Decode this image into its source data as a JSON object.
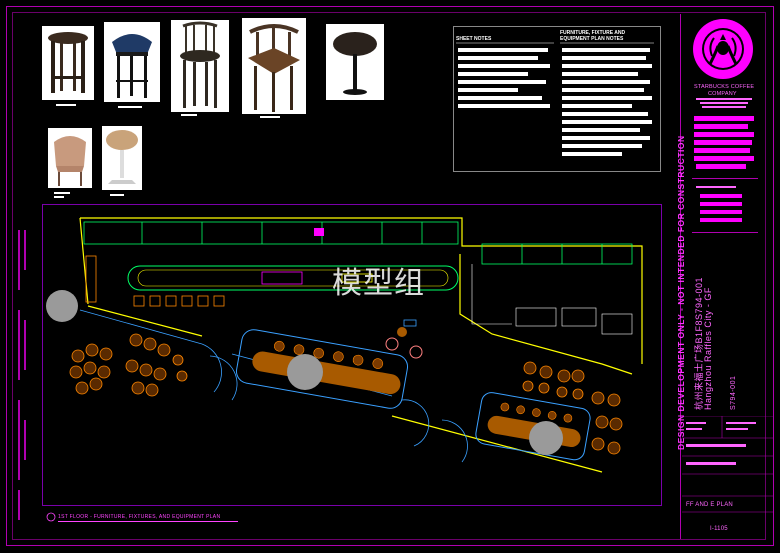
{
  "watermark": "模型组",
  "notes": {
    "sheet_notes_title": "SHEET NOTES",
    "ffe_notes_title_1": "FURNITURE, FIXTURE AND",
    "ffe_notes_title_2": "EQUIPMENT PLAN NOTES"
  },
  "titleblock": {
    "company_1": "STARBUCKS COFFEE",
    "company_2": "COMPANY",
    "vertical_warning": "DESIGN DEVELOPMENT ONLY - NOT INTENDED FOR CONSTRUCTION",
    "project_cn": "杭州来福士广场B1F8S794-001",
    "project_en": "Hangzhou Raffles City - GF",
    "store_number": "S794-001",
    "sheet_title": "FF AND E PLAN",
    "sheet_number": "I-1105"
  },
  "plan_title": "1ST FLOOR - FURNITURE, FIXTURES, AND EQUIPMENT PLAN",
  "colors": {
    "border": "#b000b0",
    "accent": "#ff00ff",
    "wall": "#ffff00",
    "furniture": "#ff8800",
    "fixtures": "#00ff66",
    "glazing": "#3aa0ff"
  }
}
